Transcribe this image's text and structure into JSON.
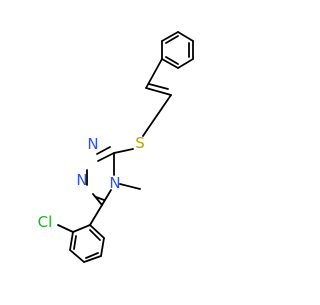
{
  "molecule": {
    "atom_labels": {
      "sulfur": "S",
      "nitrogen_top": "N",
      "nitrogen_left": "N",
      "nitrogen_methyl": "N",
      "chlorine": "Cl"
    },
    "colors": {
      "bond": "#000000",
      "sulfur": "#b5a400",
      "nitrogen": "#3050f8",
      "chlorine": "#1fb51f"
    }
  }
}
